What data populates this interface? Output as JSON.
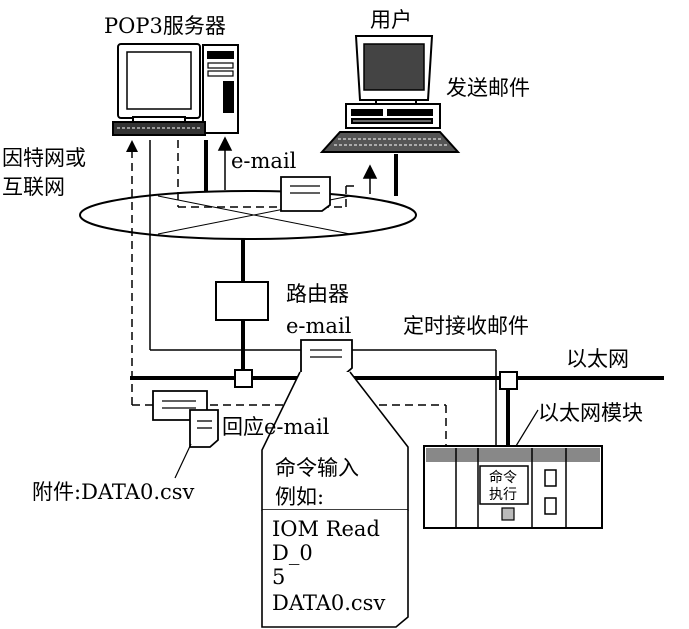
{
  "labels": {
    "pop3_server": "POP3服务器",
    "user": "用户",
    "send_mail": "发送邮件",
    "internet_line1": "因特网或",
    "internet_line2": "互联网",
    "email_top": "e-mail",
    "router": "路由器",
    "email_mid": "e-mail",
    "timed_receive": "定时接收邮件",
    "ethernet": "以太网",
    "ethernet_module": "以太网模块",
    "reply_email": "回应e-mail",
    "attachment": "附件:DATA0.csv",
    "cmd_input_line1": "命令输入",
    "cmd_input_line2": "例如:",
    "cmd_line1": "IOM Read",
    "cmd_line2": "D_0",
    "cmd_line3": "5",
    "cmd_line4": "DATA0.csv",
    "cmd_exec_line1": "命令",
    "cmd_exec_line2": "执行"
  }
}
